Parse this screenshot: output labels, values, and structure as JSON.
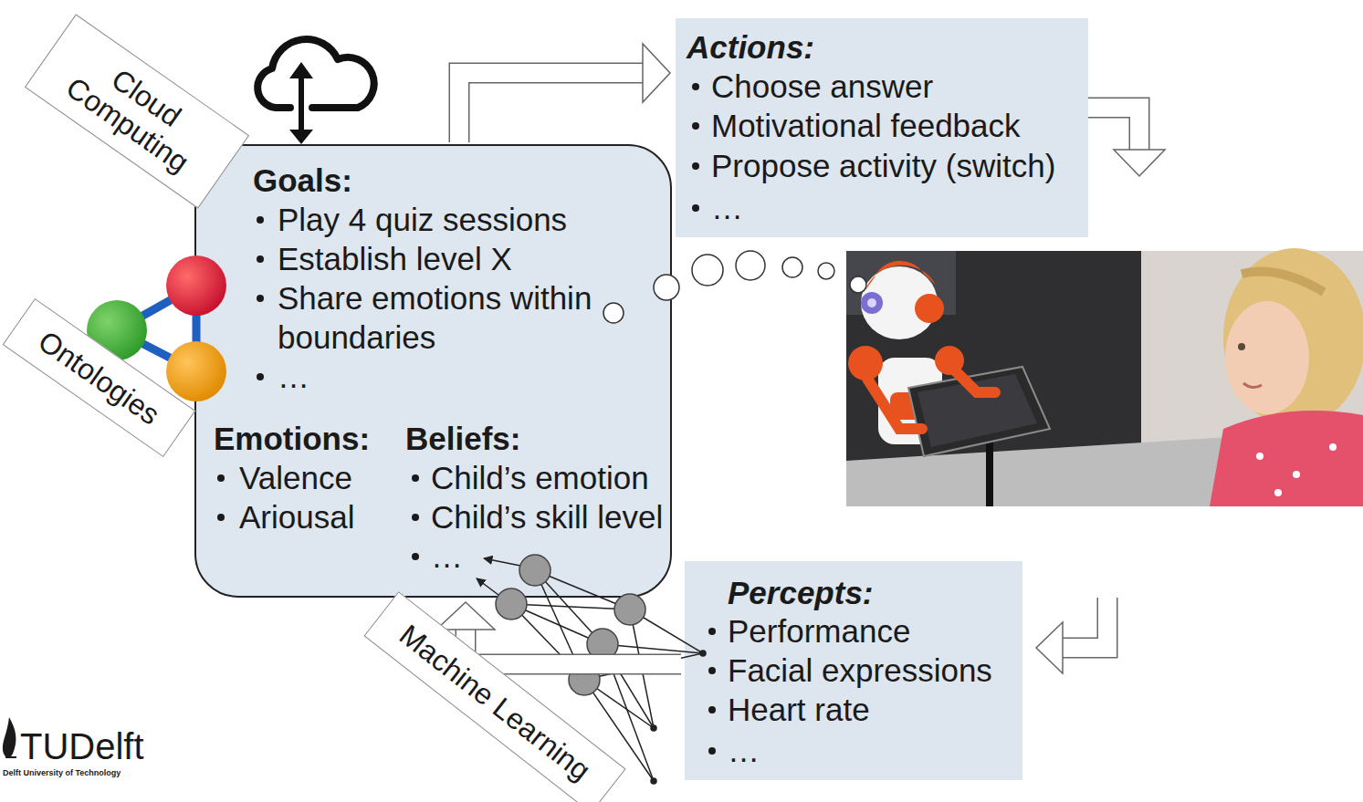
{
  "diagram": {
    "nodes": [
      {
        "text": [
          "Goals:",
          "Play 4 quiz sessions",
          "Establish level X",
          "Share emotions within boundaries",
          "…",
          "Emotions:",
          "Valence",
          "Ariousal",
          "Beliefs:",
          "Child’s emotion",
          "Child’s skill level",
          "…"
        ]
      },
      {
        "text": [
          "Actions:",
          "Choose answer",
          "Motivational feedback",
          "Propose activity (switch)",
          "…"
        ]
      },
      {
        "text": [
          "Percepts:",
          "Performance",
          "Facial expressions",
          "Heart rate",
          "…"
        ]
      },
      {
        "text": [
          "Cloud Computing"
        ]
      },
      {
        "text": [
          "Ontologies"
        ]
      },
      {
        "text": [
          "Machine Learning"
        ]
      }
    ],
    "edges": [
      {
        "from": 0,
        "to": 1,
        "arrow": "to"
      },
      {
        "from": 2,
        "to": 0,
        "arrow": "to"
      }
    ],
    "labels": [
      "TUDelft",
      "Delft University of Technology"
    ]
  }
}
